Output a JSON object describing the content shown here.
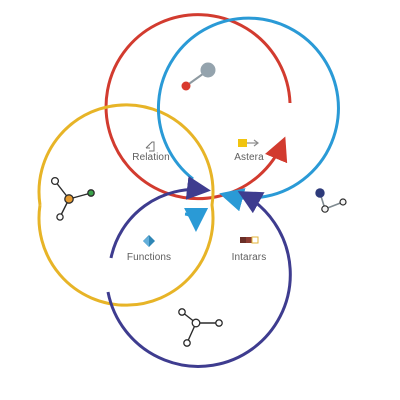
{
  "diagram": {
    "labels": {
      "relation": "Relation",
      "astera": "Astera",
      "functions": "Functions",
      "intarars": "Intarars"
    },
    "colors": {
      "red_ring": "#d23b2f",
      "blue_ring": "#2a9ad6",
      "yellow_ring": "#e7b427",
      "purple_ring": "#3e3c8f",
      "node_red": "#d93a2e",
      "node_gray": "#94a3ad",
      "node_navy": "#2d3a7a",
      "node_orange": "#e59a2f",
      "node_green": "#3aa24a",
      "node_dark": "#2b2b2b",
      "icon_teal": "#2f86b5",
      "icon_yellow": "#f1c40f",
      "icon_brown": "#6a2f27"
    },
    "icons": {
      "top": "molecule-icon",
      "right": "molecule-icon",
      "left": "network-icon",
      "bottom": "network-icon",
      "relation": "relation-icon",
      "astera": "astera-icon",
      "functions": "diamond-icon",
      "intarars": "intarars-icon"
    }
  }
}
